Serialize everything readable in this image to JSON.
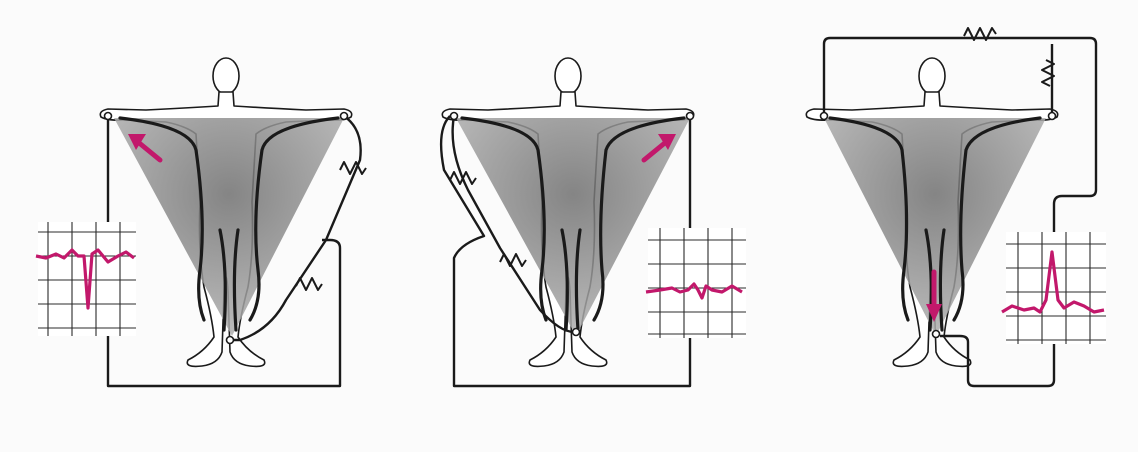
{
  "colors": {
    "background": "#fbfbfb",
    "line": "#1a1a1a",
    "triangle": "#8c8c8c",
    "ecg": "#c2186b",
    "grid": "#2b2b2b",
    "grid_bg": "#ffffff"
  },
  "panels": [
    {
      "id": "lead-I",
      "arrow_direction": "up-left",
      "ecg_shape": "deep negative deflection"
    },
    {
      "id": "lead-II",
      "arrow_direction": "up-right",
      "ecg_shape": "small biphasic deflection"
    },
    {
      "id": "lead-III",
      "arrow_direction": "down",
      "ecg_shape": "tall positive R wave"
    }
  ]
}
